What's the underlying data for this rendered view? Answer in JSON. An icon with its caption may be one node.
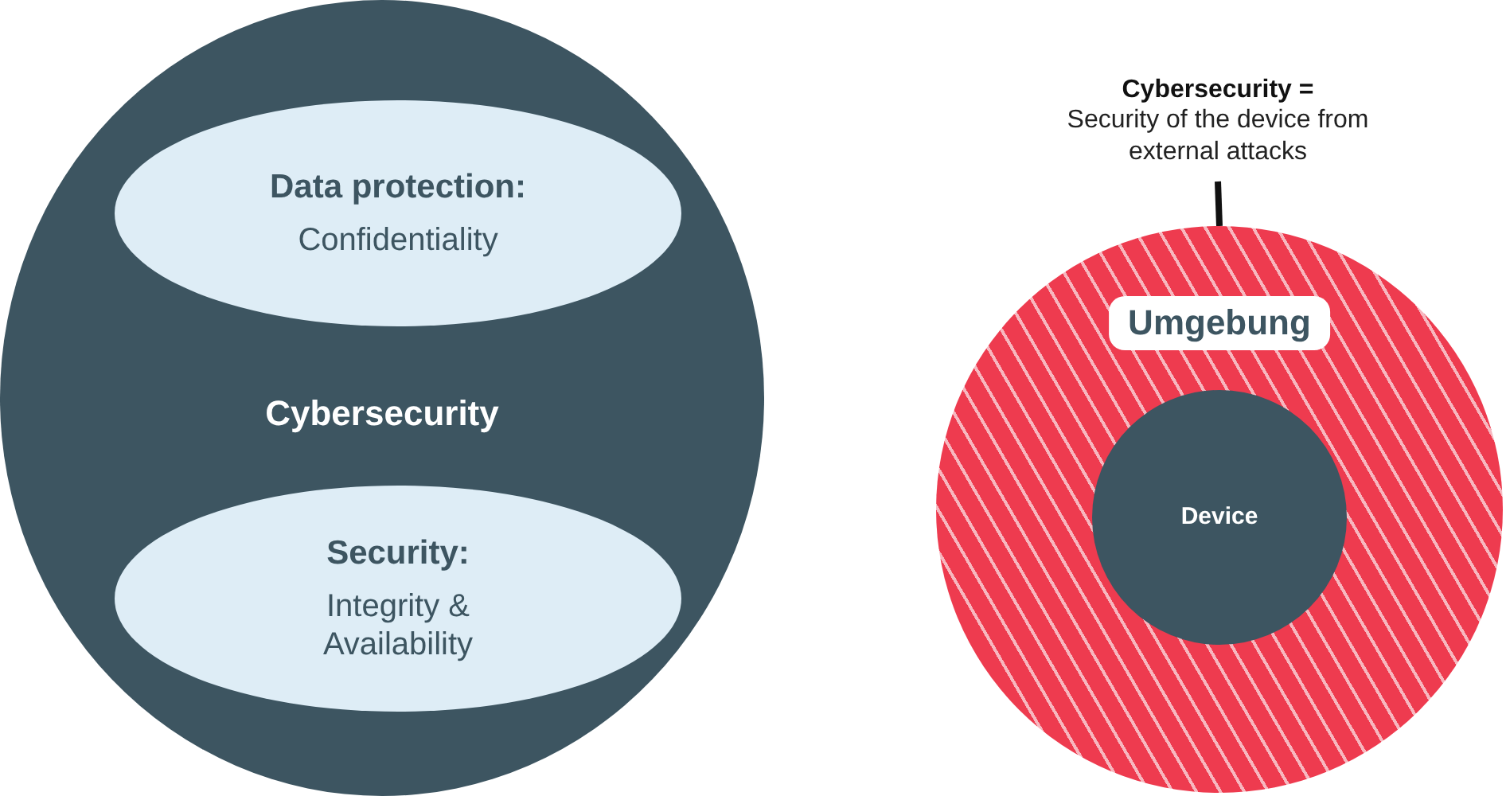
{
  "diagram": {
    "nodes": [
      {
        "text": [
          "Cybersecurity"
        ]
      },
      {
        "text": [
          "Data protection:",
          "Confidentiality"
        ],
        "in": 0
      },
      {
        "text": [
          "Security:",
          "Integrity & Availability"
        ],
        "in": 0
      },
      {
        "text": [
          "Cybersecurity =",
          "Security of the device from external attacks"
        ]
      },
      {
        "text": [
          "Umgebung"
        ]
      },
      {
        "text": [
          "Device"
        ],
        "in": 4
      }
    ],
    "edges": [
      {
        "from": 3,
        "to": 4,
        "arrow": "none"
      }
    ]
  }
}
